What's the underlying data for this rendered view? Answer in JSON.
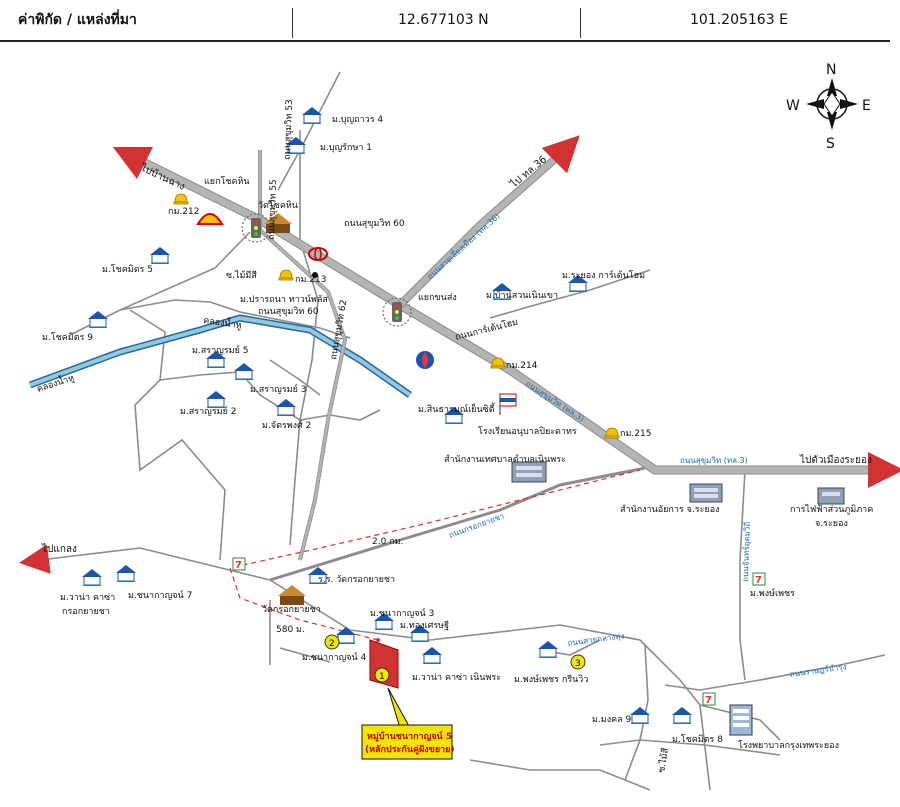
{
  "header": {
    "label": "ค่าพิกัด / แหล่งที่มา",
    "lat": "12.677103 N",
    "lon": "101.205163 E"
  },
  "compass": {
    "n": "N",
    "s": "S",
    "e": "E",
    "w": "W"
  },
  "directions": {
    "ban_chang": "ไปบ้านฉาง",
    "pt36": "ไป ทล.36",
    "rayong": "ไปตัวเมืองระยอง",
    "klaeng": "ไปแกลง"
  },
  "roads": {
    "sukhumvit53": "ถนนสุขุมวิท 53",
    "sukhumvit55": "ถนนสุขุมวิท 55",
    "sukhumvit60a": "ถนนสุขุมวิท 60",
    "sukhumvit60b": "ถนนสุขุมวิท 60",
    "sukhumvit62": "ถนนสุขุมวิท 62",
    "sai_liang": "ถนนสายเลี่ยงเมือง (ทล.36)",
    "sukhumvit3a": "ถนนสุขุมวิท (ทล.3)",
    "sukhumvit3b": "ถนนสุขุมวิท (ทล.3)",
    "garden_home": "ถนนการ์เด้นโฮม",
    "kron_yaichaa": "ถนนกรอกยายชา",
    "chan_udom": "ถนนจันทร์อุดมวิถี",
    "sai_klang_thung": "ถนนสายกลางทุ่ง",
    "ratbamrung": "ถนนราษฎร์บำรุง",
    "soi_maisi": "ซ.ไม้สี",
    "khlong1": "คลองน้ำหู",
    "khlong2": "คลองน้ำหู"
  },
  "junctions": {
    "choke_hin": "แยกโชคหิน",
    "khon_song": "แยกขนส่ง"
  },
  "places": {
    "boonthawon": "ม.บุญถาวร 4",
    "boonraksa": "ม.บุญรักษา 1",
    "wat_chokhin": "วัดโชคหิน",
    "km212": "กม.212",
    "km213": "กม.213",
    "km214": "กม.214",
    "km215": "กม.215",
    "chokmitr5": "ม.โชคมิตร 5",
    "maimisi": "ซ.ไม้มีสี",
    "pratrana": "ม.ปรารถนา ทาวน์พลัส",
    "chokmitr9": "ม.โชคมิตร 9",
    "saranrom5": "ม.สราญรมย์ 5",
    "saranrom3": "ม.สราญรมย์ 3",
    "saranrom2": "ม.สราญรมย์ 2",
    "jatpong": "ม.จัตรพงศ์ 2",
    "rayong_garden": "ม.ระยอง การ์เด้นโฮม",
    "ban_suan": "ม.บ้านสวนเนินเขา",
    "sinthanam": "ม.สินธารมณ์เย็นซิตี้",
    "school": "โรงเรียนอนุบาลปิยะดาทร",
    "municipality": "สำนักงานเทศบาลตำบลเนินพระ",
    "prosecutor": "สำนักงานอัยการ จ.ระยอง",
    "pea": "การไฟฟ้าส่วนภูมิภาค",
    "pea2": "จ.ระยอง",
    "distance_2km": "2.0 กม.",
    "distance_580": "580 ม.",
    "school_kron": "ร.ร. วัดกรอกยายชา",
    "wat_kron": "วัดกรอกยายชา",
    "chanakan3": "ม.ชนากาญจน์ 3",
    "thongsetthi": "ม.ทองเศรษฐี",
    "chanakan4": "ม.ชนากาญจน์ 4",
    "chanakan7": "ม.ชนากาญจน์ 7",
    "wana_kron1": "ม.วาน่า คาซ่า",
    "wana_kron2": "กรอกยายชา",
    "wana_noen": "ม.วาน่า คาซ่า เนินพระ",
    "pongphet": "ม.พงษ์เพชร",
    "pongphet_green": "ม.พงษ์เพชร กรีนวิว",
    "mongkol": "ม.มงคล 9",
    "chokmitr8": "ม.โชคมิตร 8",
    "hospital": "โรงพยาบาลกรุงเทพระยอง"
  },
  "markers": {
    "m1": "1",
    "m2": "2",
    "m3": "3"
  },
  "callout": {
    "line1": "หมู่บ้านชนากาญจน์ 5",
    "line2": "(หลักประกันคู่ฝังขยาย)"
  },
  "colors": {
    "road": "#b4b4b4",
    "road_edge": "#8c8c8c",
    "arrow": "#d23232",
    "canal": "#8fc8e8",
    "road_label": "#1a6fb0",
    "callout_fill": "#ffff33"
  }
}
